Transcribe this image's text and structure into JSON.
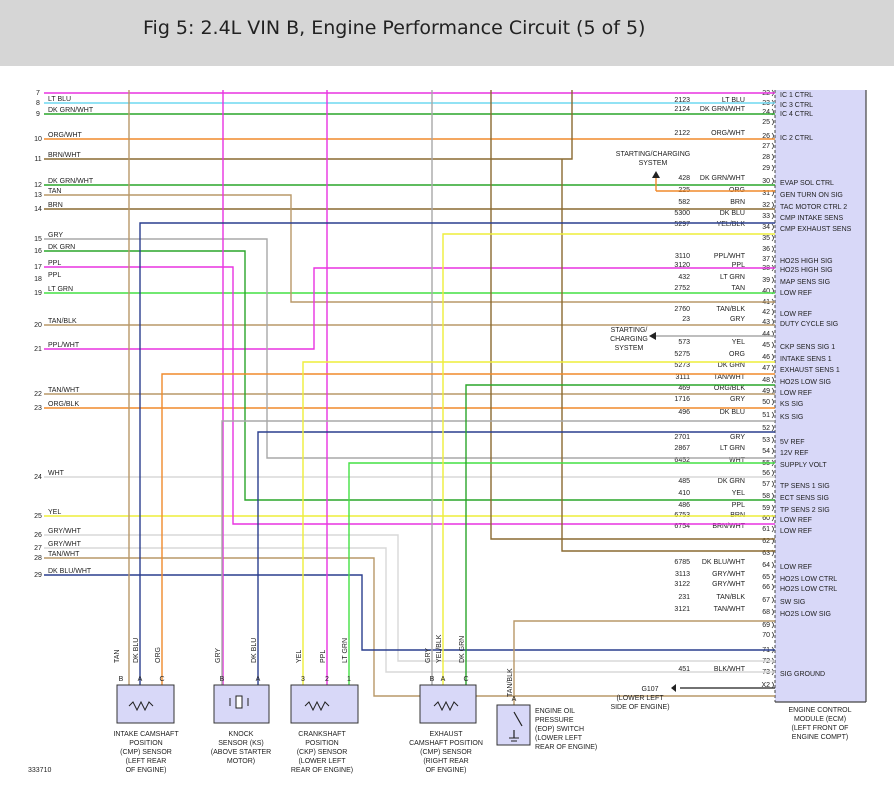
{
  "page_title": "Fig 5: 2.4L VIN B, Engine Performance Circuit (5 of 5)",
  "figure_number": "333710",
  "ecm_label": [
    "ENGINE CONTROL",
    "MODULE (ECM)",
    "(LEFT FRONT OF",
    "ENGINE COMPT)"
  ],
  "ecm_pins": [
    {
      "pin": "22",
      "ckt": "",
      "color": "",
      "name": "IC 1 CTRL"
    },
    {
      "pin": "23",
      "ckt": "2123",
      "color": "LT BLU",
      "name": "IC 3 CTRL"
    },
    {
      "pin": "24",
      "ckt": "2124",
      "color": "DK GRN/WHT",
      "name": "IC 4 CTRL"
    },
    {
      "pin": "25",
      "ckt": "",
      "color": "",
      "name": ""
    },
    {
      "pin": "26",
      "ckt": "2122",
      "color": "ORG/WHT",
      "name": "IC 2 CTRL"
    },
    {
      "pin": "27",
      "ckt": "",
      "color": "",
      "name": ""
    },
    {
      "pin": "28",
      "ckt": "",
      "color": "",
      "name": ""
    },
    {
      "pin": "29",
      "ckt": "",
      "color": "",
      "name": ""
    },
    {
      "pin": "30",
      "ckt": "428",
      "color": "DK GRN/WHT",
      "name": "EVAP SOL CTRL"
    },
    {
      "pin": "31",
      "ckt": "225",
      "color": "ORG",
      "name": "GEN TURN ON SIG"
    },
    {
      "pin": "32",
      "ckt": "582",
      "color": "BRN",
      "name": "TAC MOTOR CTRL 2"
    },
    {
      "pin": "33",
      "ckt": "5300",
      "color": "DK BLU",
      "name": "CMP INTAKE SENS"
    },
    {
      "pin": "34",
      "ckt": "5297",
      "color": "YEL/BLK",
      "name": "CMP EXHAUST SENS"
    },
    {
      "pin": "35",
      "ckt": "",
      "color": "",
      "name": ""
    },
    {
      "pin": "36",
      "ckt": "",
      "color": "",
      "name": ""
    },
    {
      "pin": "37",
      "ckt": "3110",
      "color": "PPL/WHT",
      "name": "HO2S HIGH SIG"
    },
    {
      "pin": "38",
      "ckt": "3120",
      "color": "PPL",
      "name": "HO2S HIGH SIG"
    },
    {
      "pin": "39",
      "ckt": "432",
      "color": "LT GRN",
      "name": "MAP SENS SIG"
    },
    {
      "pin": "40",
      "ckt": "2752",
      "color": "TAN",
      "name": "LOW REF"
    },
    {
      "pin": "41",
      "ckt": "",
      "color": "",
      "name": ""
    },
    {
      "pin": "42",
      "ckt": "2760",
      "color": "TAN/BLK",
      "name": "LOW REF"
    },
    {
      "pin": "43",
      "ckt": "23",
      "color": "GRY",
      "name": "DUTY CYCLE SIG"
    },
    {
      "pin": "44",
      "ckt": "",
      "color": "",
      "name": ""
    },
    {
      "pin": "45",
      "ckt": "573",
      "color": "YEL",
      "name": "CKP SENS SIG 1"
    },
    {
      "pin": "46",
      "ckt": "5275",
      "color": "ORG",
      "name": "INTAKE SENS 1"
    },
    {
      "pin": "47",
      "ckt": "5273",
      "color": "DK GRN",
      "name": "EXHAUST SENS 1"
    },
    {
      "pin": "48",
      "ckt": "3111",
      "color": "TAN/WHT",
      "name": "HO2S LOW SIG"
    },
    {
      "pin": "49",
      "ckt": "469",
      "color": "ORG/BLK",
      "name": "LOW REF"
    },
    {
      "pin": "50",
      "ckt": "1716",
      "color": "GRY",
      "name": "KS SIG"
    },
    {
      "pin": "51",
      "ckt": "496",
      "color": "DK BLU",
      "name": "KS SIG"
    },
    {
      "pin": "52",
      "ckt": "",
      "color": "",
      "name": ""
    },
    {
      "pin": "53",
      "ckt": "2701",
      "color": "GRY",
      "name": "5V REF"
    },
    {
      "pin": "54",
      "ckt": "2867",
      "color": "LT GRN",
      "name": "12V REF"
    },
    {
      "pin": "55",
      "ckt": "6452",
      "color": "WHT",
      "name": "SUPPLY VOLT"
    },
    {
      "pin": "56",
      "ckt": "",
      "color": "",
      "name": ""
    },
    {
      "pin": "57",
      "ckt": "485",
      "color": "DK GRN",
      "name": "TP SENS 1 SIG"
    },
    {
      "pin": "58",
      "ckt": "410",
      "color": "YEL",
      "name": "ECT SENS SIG"
    },
    {
      "pin": "59",
      "ckt": "486",
      "color": "PPL",
      "name": "TP SENS 2 SIG"
    },
    {
      "pin": "60",
      "ckt": "6753",
      "color": "BRN",
      "name": "LOW REF"
    },
    {
      "pin": "61",
      "ckt": "6754",
      "color": "BRN/WHT",
      "name": "LOW REF"
    },
    {
      "pin": "62",
      "ckt": "",
      "color": "",
      "name": ""
    },
    {
      "pin": "63",
      "ckt": "",
      "color": "",
      "name": ""
    },
    {
      "pin": "64",
      "ckt": "6785",
      "color": "DK BLU/WHT",
      "name": "LOW REF"
    },
    {
      "pin": "65",
      "ckt": "3113",
      "color": "GRY/WHT",
      "name": "HO2S LOW CTRL"
    },
    {
      "pin": "66",
      "ckt": "3122",
      "color": "GRY/WHT",
      "name": "HO2S LOW CTRL"
    },
    {
      "pin": "67",
      "ckt": "231",
      "color": "TAN/BLK",
      "name": "SW SIG"
    },
    {
      "pin": "68",
      "ckt": "3121",
      "color": "TAN/WHT",
      "name": "HO2S LOW SIG"
    },
    {
      "pin": "69",
      "ckt": "",
      "color": "",
      "name": ""
    },
    {
      "pin": "70",
      "ckt": "",
      "color": "",
      "name": ""
    },
    {
      "pin": "71",
      "ckt": "",
      "color": "",
      "name": ""
    },
    {
      "pin": "72",
      "ckt": "",
      "color": "",
      "name": ""
    },
    {
      "pin": "73",
      "ckt": "451",
      "color": "BLK/WHT",
      "name": "SIG GROUND"
    },
    {
      "pin": "X2",
      "ckt": "",
      "color": "",
      "name": ""
    }
  ],
  "left_wires": [
    {
      "num": "7",
      "label": ""
    },
    {
      "num": "8",
      "label": "LT BLU"
    },
    {
      "num": "9",
      "label": "DK GRN/WHT"
    },
    {
      "num": "10",
      "label": "ORG/WHT"
    },
    {
      "num": "11",
      "label": "BRN/WHT"
    },
    {
      "num": "12",
      "label": "DK GRN/WHT"
    },
    {
      "num": "13",
      "label": "TAN"
    },
    {
      "num": "14",
      "label": "BRN"
    },
    {
      "num": "15",
      "label": "GRY"
    },
    {
      "num": "16",
      "label": "DK GRN"
    },
    {
      "num": "17",
      "label": "PPL"
    },
    {
      "num": "18",
      "label": "PPL"
    },
    {
      "num": "19",
      "label": "LT GRN"
    },
    {
      "num": "20",
      "label": "TAN/BLK"
    },
    {
      "num": "21",
      "label": "PPL/WHT"
    },
    {
      "num": "22",
      "label": "TAN/WHT"
    },
    {
      "num": "23",
      "label": "ORG/BLK"
    },
    {
      "num": "24",
      "label": "WHT"
    },
    {
      "num": "25",
      "label": "YEL"
    },
    {
      "num": "26",
      "label": "GRY/WHT"
    },
    {
      "num": "27",
      "label": "GRY/WHT"
    },
    {
      "num": "28",
      "label": "TAN/WHT"
    },
    {
      "num": "29",
      "label": "DK BLU/WHT"
    }
  ],
  "starting_charging": [
    "STARTING/CHARGING",
    "SYSTEM"
  ],
  "starting_charging_2": [
    "STARTING/",
    "CHARGING",
    "SYSTEM"
  ],
  "ground_label": [
    "G107",
    "(LOWER LEFT",
    "SIDE OF ENGINE)"
  ],
  "components": {
    "intake_cmp": {
      "pins": [
        "B",
        "A",
        "C"
      ],
      "wire_colors": [
        "TAN",
        "DK BLU",
        "ORG"
      ],
      "label": [
        "INTAKE CAMSHAFT",
        "POSITION",
        "(CMP) SENSOR",
        "(LEFT REAR",
        "OF ENGINE)"
      ]
    },
    "knock": {
      "pins": [
        "B",
        "A"
      ],
      "wire_colors": [
        "GRY",
        "DK BLU"
      ],
      "label": [
        "KNOCK",
        "SENSOR (KS)",
        "(ABOVE STARTER",
        "MOTOR)"
      ]
    },
    "ckp": {
      "pins": [
        "3",
        "2",
        "1"
      ],
      "wire_colors": [
        "YEL",
        "PPL",
        "LT GRN"
      ],
      "label": [
        "CRANKSHAFT",
        "POSITION",
        "(CKP) SENSOR",
        "(LOWER LEFT",
        "REAR OF ENGINE)"
      ]
    },
    "exhaust_cmp": {
      "pins": [
        "B",
        "A",
        "C"
      ],
      "wire_colors": [
        "GRY",
        "YEL/BLK",
        "DK GRN"
      ],
      "label": [
        "EXHAUST",
        "CAMSHAFT POSITION",
        "(CMP) SENSOR",
        "(RIGHT REAR",
        "OF ENGINE)"
      ]
    },
    "eop": {
      "pins": [
        "A"
      ],
      "wire_colors": [
        "TAN/BLK"
      ],
      "label": [
        "ENGINE OIL",
        "PRESSURE",
        "(EOP) SWITCH",
        "(LOWER LEFT",
        "REAR OF ENGINE)"
      ]
    }
  },
  "wire_hex": {
    "PPL": "#e834e0",
    "LTBLU": "#6fd8f0",
    "DKGRN": "#2aa52a",
    "ORG": "#f08a2c",
    "BRN": "#8a6a30",
    "TAN": "#b89868",
    "DKBLU": "#2a3e8e",
    "YEL": "#eeee3a",
    "GRY": "#a8a8a8",
    "LTGRN": "#44e044",
    "WHT": "#d8d8d8",
    "ECM": "#d8d8f8"
  }
}
